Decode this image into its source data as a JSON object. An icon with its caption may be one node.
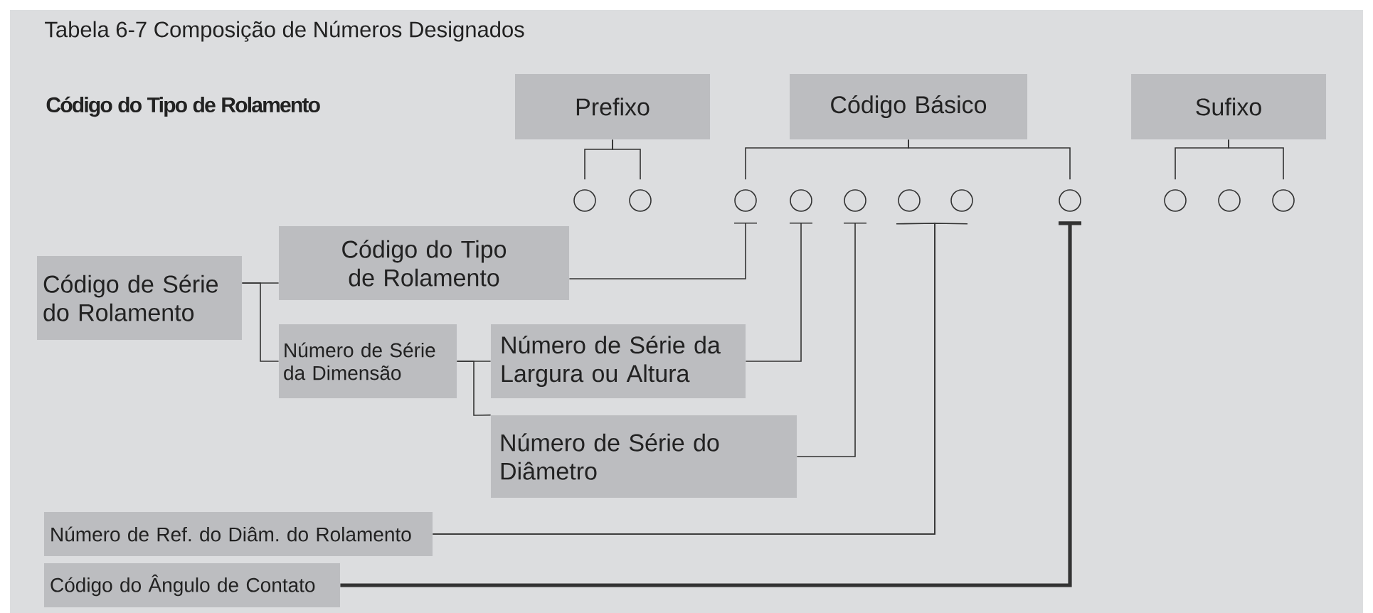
{
  "diagram": {
    "title": "Tabela 6-7 Composição de Números Designados",
    "nodes": [
      {
        "text": [
          "Prefixo"
        ]
      },
      {
        "text": [
          "Código Básico"
        ]
      },
      {
        "text": [
          "Sufixo"
        ]
      },
      {
        "text": [],
        "shape": "circle"
      },
      {
        "text": [],
        "shape": "circle"
      },
      {
        "text": [],
        "shape": "circle"
      },
      {
        "text": [],
        "shape": "circle"
      },
      {
        "text": [],
        "shape": "circle"
      },
      {
        "text": [],
        "shape": "circle"
      },
      {
        "text": [],
        "shape": "circle"
      },
      {
        "text": [],
        "shape": "circle"
      },
      {
        "text": [],
        "shape": "circle"
      },
      {
        "text": [],
        "shape": "circle"
      },
      {
        "text": [],
        "shape": "circle"
      },
      {
        "text": [
          "Código do Tipo de Rolamento"
        ]
      },
      {
        "text": [
          "Código de Série do Rolamento"
        ]
      },
      {
        "text": [
          "Número de Série da Dimensão"
        ]
      },
      {
        "text": [
          "Número de Série da Largura ou Altura"
        ]
      },
      {
        "text": [
          "Número de Série do Diâmetro"
        ]
      },
      {
        "text": [
          "Número de Ref. do Diâm. do Rolamento"
        ]
      },
      {
        "text": [
          "Código do Ângulo de Contato"
        ]
      }
    ],
    "edges": [
      {
        "from": 0,
        "to": 3,
        "arrow": "none"
      },
      {
        "from": 0,
        "to": 4,
        "arrow": "none"
      },
      {
        "from": 1,
        "to": 5,
        "arrow": "none"
      },
      {
        "from": 1,
        "to": 10,
        "arrow": "none"
      },
      {
        "from": 2,
        "to": 11,
        "arrow": "none"
      },
      {
        "from": 2,
        "to": 13,
        "arrow": "none"
      },
      {
        "from": 15,
        "to": 14,
        "arrow": "none"
      },
      {
        "from": 15,
        "to": 16,
        "arrow": "none"
      },
      {
        "from": 16,
        "to": 17,
        "arrow": "none"
      },
      {
        "from": 16,
        "to": 18,
        "arrow": "none"
      },
      {
        "from": 14,
        "to": 5,
        "arrow": "none"
      },
      {
        "from": 17,
        "to": 6,
        "arrow": "none"
      },
      {
        "from": 18,
        "to": 7,
        "arrow": "none"
      },
      {
        "from": 19,
        "to": 8,
        "arrow": "none"
      },
      {
        "from": 19,
        "to": 9,
        "arrow": "none"
      },
      {
        "from": 20,
        "to": 10,
        "arrow": "none",
        "style": "thick"
      }
    ],
    "labels": [
      "Código do Tipo de Rolamento"
    ]
  }
}
